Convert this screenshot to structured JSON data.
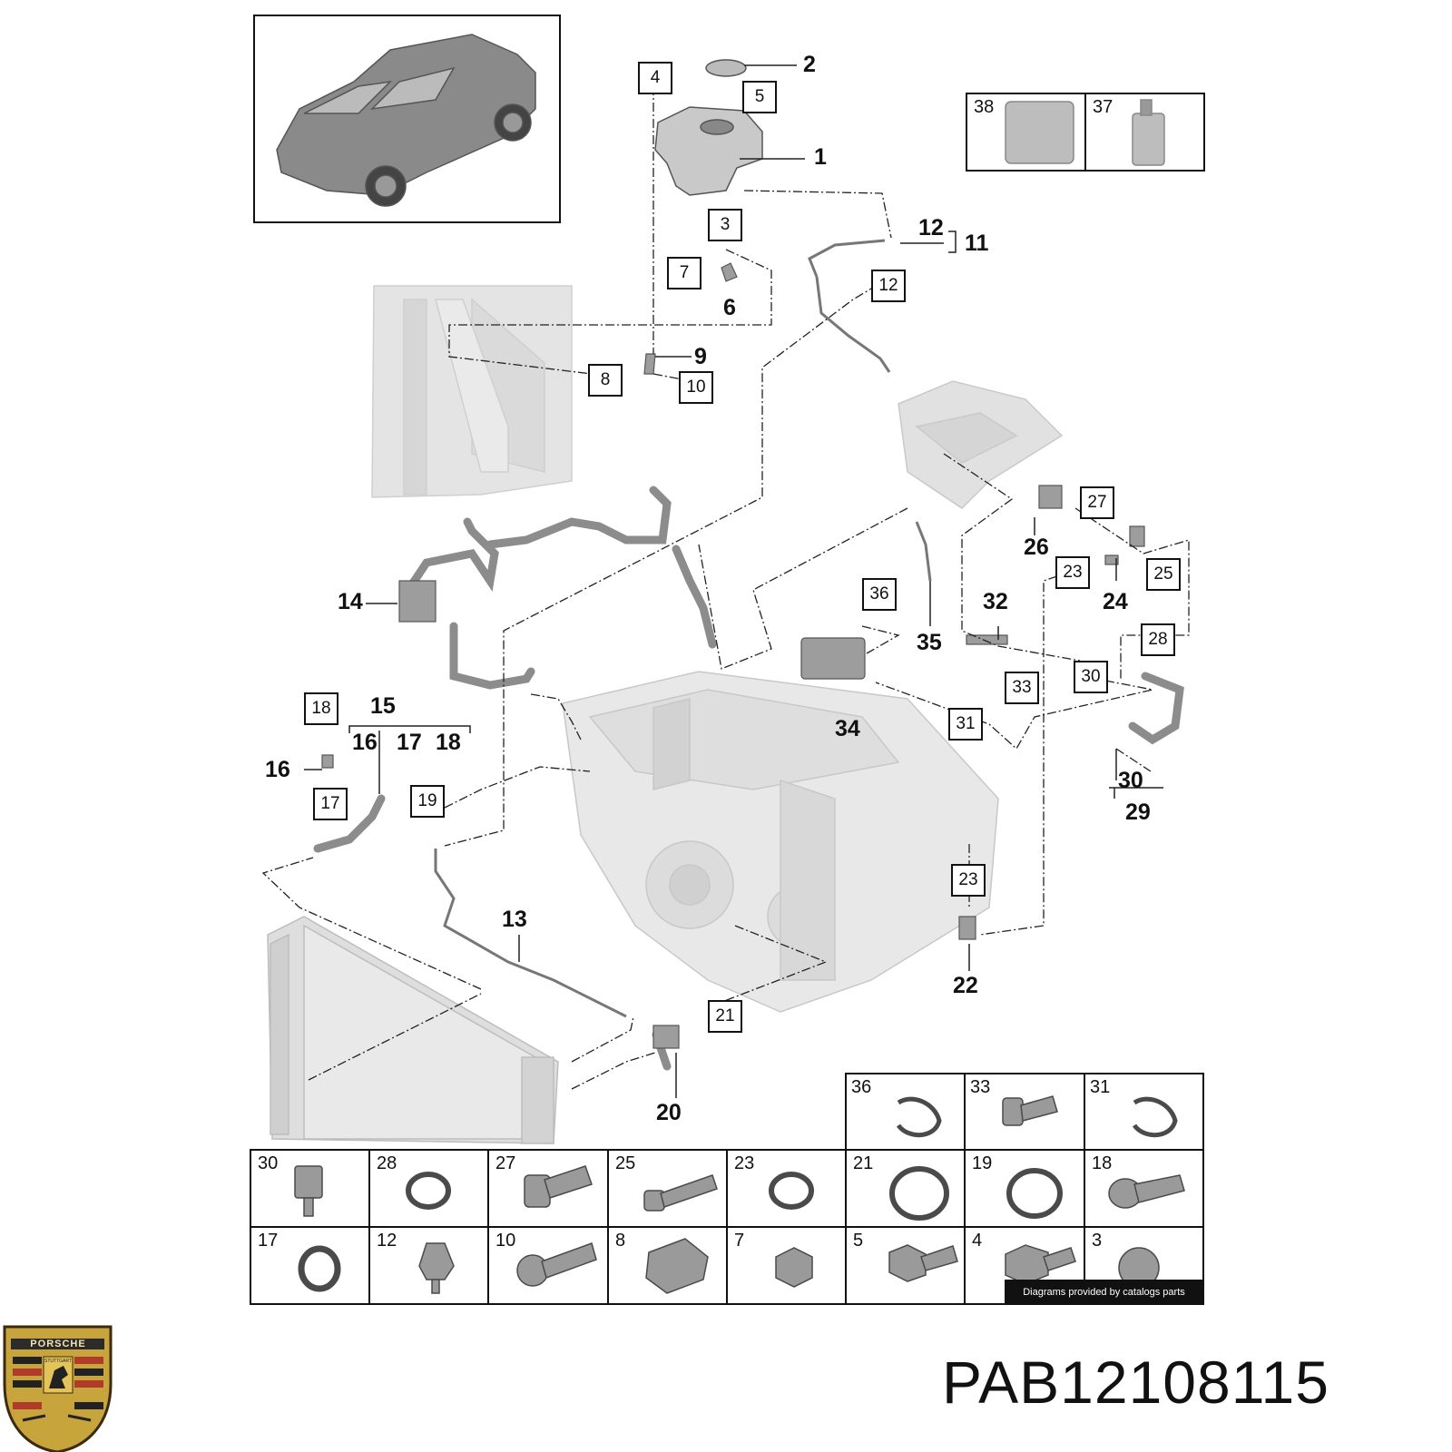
{
  "callouts": {
    "c1": "1",
    "c2": "2",
    "c6": "6",
    "c9": "9",
    "c11": "11",
    "c12a": "12",
    "c13": "13",
    "c14": "14",
    "c15": "15",
    "c16a": "16",
    "c16b": "16",
    "c17": "17",
    "c18": "18",
    "c20": "20",
    "c22": "22",
    "c24": "24",
    "c26": "26",
    "c29": "29",
    "c30": "30",
    "c32": "32",
    "c34": "34",
    "c35": "35"
  },
  "boxed": {
    "b3": "3",
    "b4": "4",
    "b5": "5",
    "b7": "7",
    "b8": "8",
    "b10": "10",
    "b12": "12",
    "b17": "17",
    "b18": "18",
    "b19": "19",
    "b21": "21",
    "b23a": "23",
    "b23b": "23",
    "b25": "25",
    "b27": "27",
    "b28": "28",
    "b30": "30",
    "b31": "31",
    "b33": "33",
    "b36": "36"
  },
  "fluids": [
    "38",
    "37"
  ],
  "hardware_row1": [
    "36",
    "33",
    "31"
  ],
  "hardware_row2": [
    "30",
    "28",
    "27",
    "25",
    "23",
    "21",
    "19",
    "18"
  ],
  "hardware_row3": [
    "17",
    "12",
    "10",
    "8",
    "7",
    "5",
    "4",
    "3"
  ],
  "logo_text": "PORSCHE",
  "logo_subtext": "STUTTGART",
  "credit": "Diagrams provided by catalogs parts",
  "part_number": "PAB12108115"
}
